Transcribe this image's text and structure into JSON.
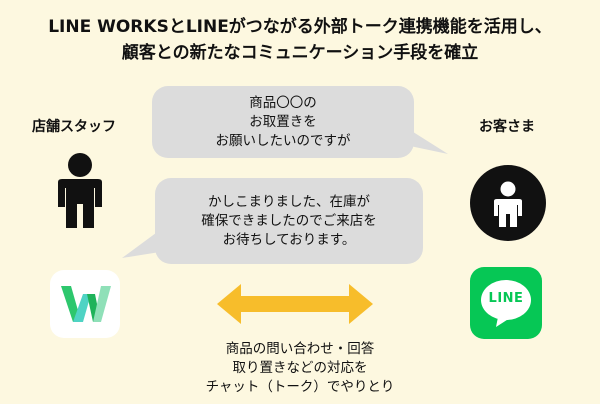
{
  "title": {
    "line1": "LINE WORKSとLINEがつながる外部トーク連携機能を活用し、",
    "line2": "顧客との新たなコミュニケーション手段を確立"
  },
  "staff": {
    "label": "店舗スタッフ"
  },
  "customer": {
    "label": "お客さま"
  },
  "bubble_customer": {
    "lines": [
      "商品〇〇の",
      "お取置きを",
      "お願いしたいのですが"
    ]
  },
  "bubble_staff": {
    "lines": [
      "かしこまりました、在庫が",
      "確保できましたのでご来店を",
      "お待ちしております。"
    ]
  },
  "caption": {
    "lines": [
      "商品の問い合わせ・回答",
      "取り置きなどの対応を",
      "チャット（トーク）でやりとり"
    ]
  },
  "line_app": {
    "logo_text": "LINE",
    "color": "#06c755"
  },
  "works_app": {
    "logo_text": "W"
  },
  "colors": {
    "arrow": "#f7bd2b",
    "bubble": "#dcdcdc",
    "background": "#fdf8e0"
  }
}
